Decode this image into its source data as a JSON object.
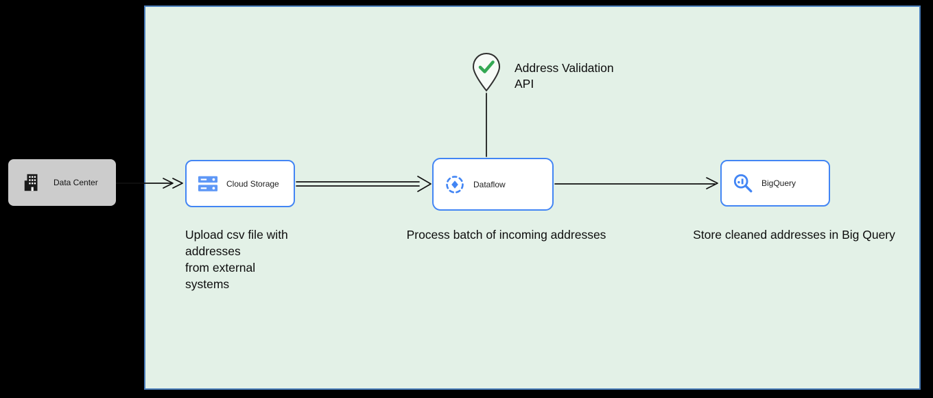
{
  "colors": {
    "background": "#000000",
    "panel_fill": "#e3f1e7",
    "panel_border": "#4a7ebb",
    "node_border": "#4285f4",
    "node_fill": "#ffffff",
    "datacenter_fill": "#cccccc",
    "accent_blue": "#4285f4",
    "check_green": "#34a853",
    "connector_line": "#111111"
  },
  "nodes": {
    "data_center": {
      "label": "Data Center"
    },
    "cloud_storage": {
      "label": "Cloud Storage"
    },
    "dataflow": {
      "label": "Dataflow"
    },
    "bigquery": {
      "label": "BigQuery"
    }
  },
  "annotations": {
    "address_validation": "Address Validation\nAPI",
    "cloud_storage_caption": "Upload csv file with\naddresses\nfrom external\nsystems",
    "dataflow_caption": "Process batch of incoming addresses",
    "bigquery_caption": "Store cleaned addresses in Big Query"
  }
}
